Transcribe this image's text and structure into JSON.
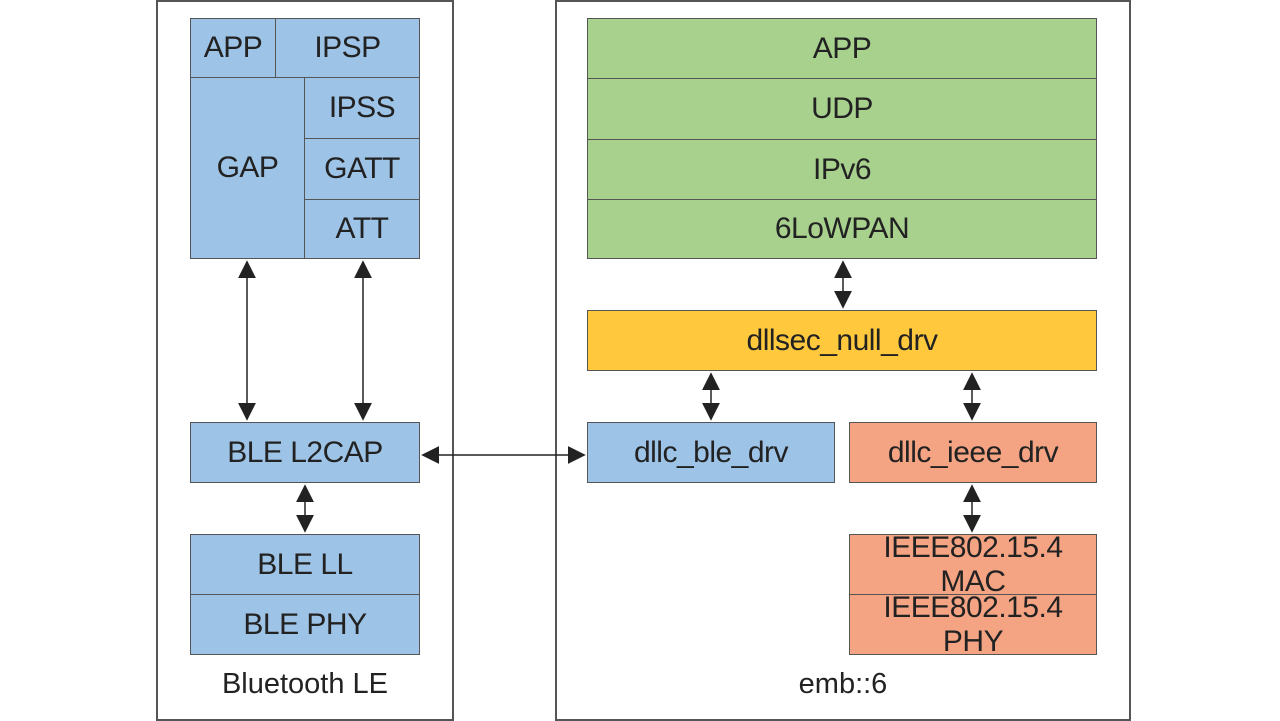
{
  "colors": {
    "ble_blue": "#9dc3e6",
    "emb_green": "#a9d18e",
    "security_yellow": "#ffc83d",
    "ieee_salmon": "#f4a383",
    "border": "#555555",
    "arrow": "#222222"
  },
  "ble_stack": {
    "caption": "Bluetooth LE",
    "app": "APP",
    "ipsp": "IPSP",
    "gap": "GAP",
    "ipss": "IPSS",
    "gatt": "GATT",
    "att": "ATT",
    "l2cap": "BLE L2CAP",
    "ll": "BLE LL",
    "phy": "BLE PHY"
  },
  "emb6_stack": {
    "caption": "emb::6",
    "app": "APP",
    "udp": "UDP",
    "ipv6": "IPv6",
    "lowpan": "6LoWPAN",
    "dllsec": "dllsec_null_drv",
    "dllc_ble": "dllc_ble_drv",
    "dllc_ieee": "dllc_ieee_drv",
    "ieee_mac": "IEEE802.15.4 MAC",
    "ieee_phy": "IEEE802.15.4 PHY"
  }
}
